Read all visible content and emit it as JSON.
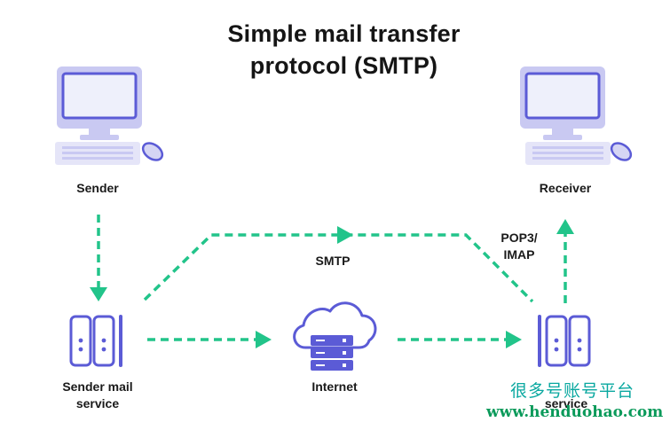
{
  "title": {
    "line1": "Simple mail transfer",
    "line2": "protocol (SMTP)"
  },
  "nodes": {
    "sender": "Sender",
    "receiver": "Receiver",
    "sender_mail_service": {
      "line1": "Sender mail",
      "line2": "service"
    },
    "internet": "Internet",
    "receiver_mail_service": {
      "line2": "service"
    }
  },
  "edge_labels": {
    "smtp": "SMTP",
    "pop3_imap": {
      "line1": "POP3/",
      "line2": "IMAP"
    }
  },
  "watermark": {
    "chinese": "很多号账号平台",
    "url": "www.henduohao.com"
  },
  "colors": {
    "purple": "#5b5bd6",
    "purple_light": "#c9c9f2",
    "purple_bg": "#eeeefb",
    "green": "#22c48a"
  }
}
